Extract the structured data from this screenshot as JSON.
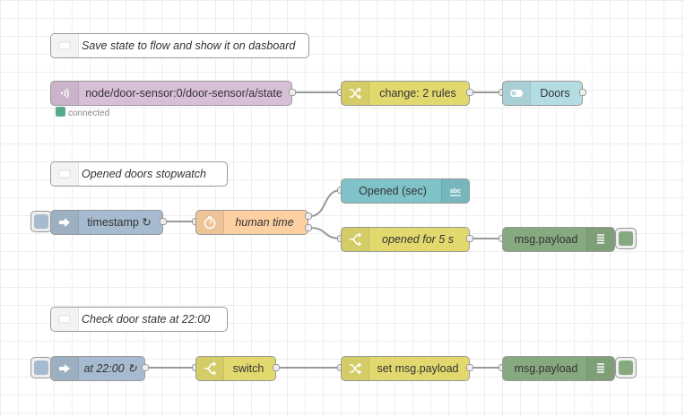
{
  "colors": {
    "wire": "#999999",
    "grid": "#eeeeee",
    "mqtt": "#d8bfd8",
    "change": "#e2d96e",
    "switch": "#e2d96e",
    "inject": "#a6bbcf",
    "ui_switch": "#b4dde3",
    "ui_text": "#7fc3c8",
    "function": "#fdd0a2",
    "debug": "#87a980",
    "comment": "#ffffff"
  },
  "flows": [
    {
      "comment": "Save state to flow and show it on dasboard",
      "nodes": {
        "mqtt_in": "node/door-sensor:0/door-sensor/a/state",
        "mqtt_status": "connected",
        "change": "change: 2 rules",
        "ui_switch": "Doors"
      }
    },
    {
      "comment": "Opened doors stopwatch",
      "nodes": {
        "inject": "timestamp ↻",
        "function": "human time",
        "ui_text": "Opened (sec)",
        "change": "opened for 5 s",
        "debug": "msg.payload"
      }
    },
    {
      "comment": "Check door state at 22:00",
      "nodes": {
        "inject": "at 22:00 ↻",
        "switch": "switch",
        "change": "set msg.payload",
        "debug": "msg.payload"
      }
    }
  ],
  "icons": {
    "comment": "comment-icon",
    "mqtt": "wifi-icon",
    "change": "shuffle-icon",
    "ui_switch": "toggle-icon",
    "inject": "arrow-in-icon",
    "function": "timer-icon",
    "ui_text": "abc-icon",
    "switch": "switch-icon",
    "debug": "list-icon"
  }
}
